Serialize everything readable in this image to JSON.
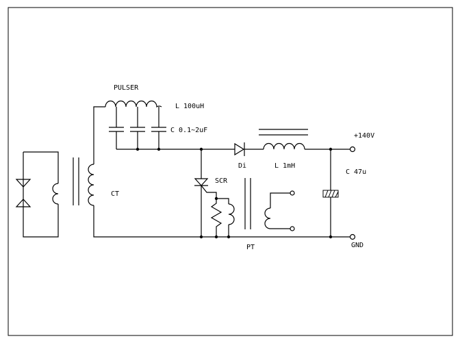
{
  "diagram": {
    "labels": {
      "pulser": "PULSER",
      "pulser_inductor": "L 100uH",
      "pulser_caps": "C 0.1~2uF",
      "ct": "CT",
      "scr": "SCR",
      "pt": "PT",
      "diode": "Di",
      "choke": "L 1mH",
      "filter_cap": "C 47u",
      "supply": "+140V",
      "ground": "GND"
    }
  }
}
